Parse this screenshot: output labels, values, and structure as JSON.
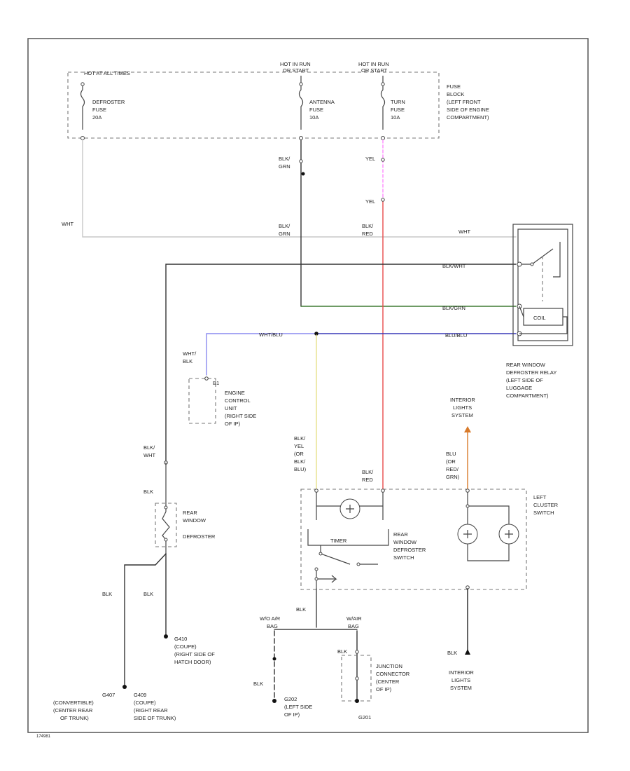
{
  "colors": {
    "white_wire": "#c8c8c8",
    "black_wire": "#333333",
    "green_wire": "#3f7a32",
    "blue_wire": "#3838b8",
    "light_blue_wire": "#8a8af0",
    "red_wire": "#e84a4a",
    "yellow_wire": "#e6e08a",
    "pink_wire": "#ff88ff",
    "orange_wire": "#d87a2a"
  },
  "labels": {
    "fuse_header_1": "HOT AT ALL TIMES",
    "fuse_header_2_l1": "HOT IN RUN",
    "fuse_header_2_l2": "OR START",
    "fuse_header_3_l1": "HOT IN RUN",
    "fuse_header_3_l2": "OR START",
    "fuse1_l1": "DEFROSTER",
    "fuse1_l2": "FUSE",
    "fuse1_l3": "20A",
    "fuse2_l1": "ANTENNA",
    "fuse2_l2": "FUSE",
    "fuse2_l3": "10A",
    "fuse3_l1": "TURN",
    "fuse3_l2": "FUSE",
    "fuse3_l3": "10A",
    "fuse_block_l1": "FUSE",
    "fuse_block_l2": "BLOCK",
    "fuse_block_l3": "(LEFT FRONT",
    "fuse_block_l4": "SIDE OF ENGINE",
    "fuse_block_l5": "COMPARTMENT)",
    "blk_grn_a_l1": "BLK/",
    "blk_grn_a_l2": "GRN",
    "yel_a": "YEL",
    "yel_b": "YEL",
    "wht_a": "WHT",
    "blk_grn_b_l1": "BLK/",
    "blk_grn_b_l2": "GRN",
    "blk_red_a_l1": "BLK/",
    "blk_red_a_l2": "RED",
    "wht_b": "WHT",
    "blk_wht_a": "BLK/WHT",
    "blk_grn_c": "BLK/GRN",
    "wht_blu_a": "WHT/BLU",
    "blu_blu": "BLU/BLU",
    "coil": "COIL",
    "relay_l1": "REAR WINDOW",
    "relay_l2": "DEFROSTER RELAY",
    "relay_l3": "(LEFT SIDE OF",
    "relay_l4": "LUGGAGE",
    "relay_l5": "COMPARTMENT)",
    "wht_blk_l1": "WHT/",
    "wht_blk_l2": "BLK",
    "ecu_pin": "B1",
    "ecu_l1": "ENGINE",
    "ecu_l2": "CONTROL",
    "ecu_l3": "UNIT",
    "ecu_l4": "(RIGHT SIDE",
    "ecu_l5": "OF IP)",
    "ils_top_l1": "INTERIOR",
    "ils_top_l2": "LIGHTS",
    "ils_top_l3": "SYSTEM",
    "blk_wht_b_l1": "BLK/",
    "blk_wht_b_l2": "WHT",
    "blk_a": "BLK",
    "defog_l1": "REAR",
    "defog_l2": "WINDOW",
    "defog_l3": "DEFROSTER",
    "sw_wire_l1": "BLK/",
    "sw_wire_l2": "YEL",
    "sw_wire_l3": "(OR",
    "sw_wire_l4": "BLK/",
    "sw_wire_l5": "BLU)",
    "blk_red_b_l1": "BLK/",
    "blk_red_b_l2": "RED",
    "ils_wire_l1": "BLU",
    "ils_wire_l2": "(OR",
    "ils_wire_l3": "RED/",
    "ils_wire_l4": "GRN)",
    "cluster_l1": "LEFT",
    "cluster_l2": "CLUSTER",
    "cluster_l3": "SWITCH",
    "timer": "TIMER",
    "rwds_l1": "REAR",
    "rwds_l2": "WINDOW",
    "rwds_l3": "DEFROSTER",
    "rwds_l4": "SWITCH",
    "blk_b": "BLK",
    "blk_c": "BLK",
    "blk_d": "BLK",
    "without_ac_l1": "W/O A/R",
    "without_ac_l2": "BAG",
    "with_ac_l1": "W/AIR",
    "with_ac_l2": "BAG",
    "g410_l1": "G410",
    "g410_l2": "(COUPE)",
    "g410_l3": "(RIGHT SIDE OF",
    "g410_l4": "HATCH DOOR)",
    "blk_e": "BLK",
    "g202_l1": "G202",
    "g202_l2": "(LEFT SIDE",
    "g202_l3": "OF IP)",
    "jc_wire": "BLK",
    "jc_l1": "JUNCTION",
    "jc_l2": "CONNECTOR",
    "jc_l3": "(CENTER",
    "jc_l4": "OF IP)",
    "g201": "G201",
    "blk_f": "BLK",
    "ils_bot_l1": "INTERIOR",
    "ils_bot_l2": "LIGHTS",
    "ils_bot_l3": "SYSTEM",
    "g407_l1": "G407",
    "g407_l2": "(CONVERTIBLE)",
    "g407_l3": "(CENTER REAR",
    "g407_l4": "OF TRUNK)",
    "g409_l1": "G409",
    "g409_l2": "(COUPE)",
    "g409_l3": "(RIGHT REAR",
    "g409_l4": "SIDE OF TRUNK)",
    "figure_code": "174981"
  }
}
